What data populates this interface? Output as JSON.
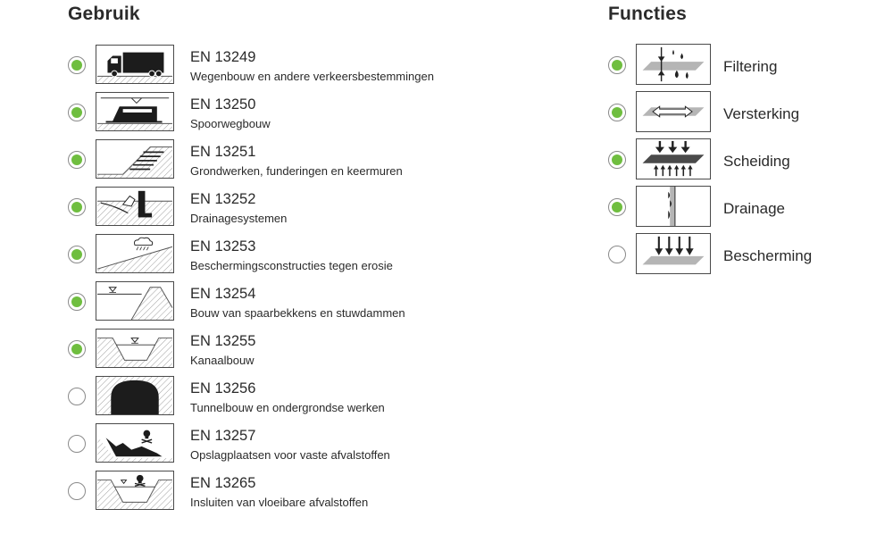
{
  "gebruik": {
    "title": "Gebruik",
    "items": [
      {
        "code": "EN 13249",
        "desc": "Wegenbouw en andere verkeersbestemmingen",
        "checked": true,
        "icon": "truck-icon"
      },
      {
        "code": "EN 13250",
        "desc": "Spoorwegbouw",
        "checked": true,
        "icon": "train-icon"
      },
      {
        "code": "EN 13251",
        "desc": "Grondwerken, funderingen en keermuren",
        "checked": true,
        "icon": "earthworks-icon"
      },
      {
        "code": "EN 13252",
        "desc": "Drainagesystemen",
        "checked": true,
        "icon": "drainage-system-icon"
      },
      {
        "code": "EN 13253",
        "desc": "Beschermingsconstructies tegen erosie",
        "checked": true,
        "icon": "erosion-icon"
      },
      {
        "code": "EN 13254",
        "desc": "Bouw van spaarbekkens en stuwdammen",
        "checked": true,
        "icon": "reservoir-icon"
      },
      {
        "code": "EN 13255",
        "desc": "Kanaalbouw",
        "checked": true,
        "icon": "canal-icon"
      },
      {
        "code": "EN 13256",
        "desc": "Tunnelbouw en ondergrondse werken",
        "checked": false,
        "icon": "tunnel-icon"
      },
      {
        "code": "EN 13257",
        "desc": "Opslagplaatsen voor vaste afvalstoffen",
        "checked": false,
        "icon": "solid-waste-icon"
      },
      {
        "code": "EN 13265",
        "desc": "Insluiten van vloeibare afvalstoffen",
        "checked": false,
        "icon": "liquid-waste-icon"
      }
    ]
  },
  "functies": {
    "title": "Functies",
    "items": [
      {
        "label": "Filtering",
        "checked": true,
        "icon": "filtering-icon"
      },
      {
        "label": "Versterking",
        "checked": true,
        "icon": "reinforcement-icon"
      },
      {
        "label": "Scheiding",
        "checked": true,
        "icon": "separation-icon"
      },
      {
        "label": "Drainage",
        "checked": true,
        "icon": "drainage-icon"
      },
      {
        "label": "Bescherming",
        "checked": false,
        "icon": "protection-icon"
      }
    ]
  },
  "colors": {
    "checked": "#6fbe3f",
    "border": "#8a8a8a"
  }
}
